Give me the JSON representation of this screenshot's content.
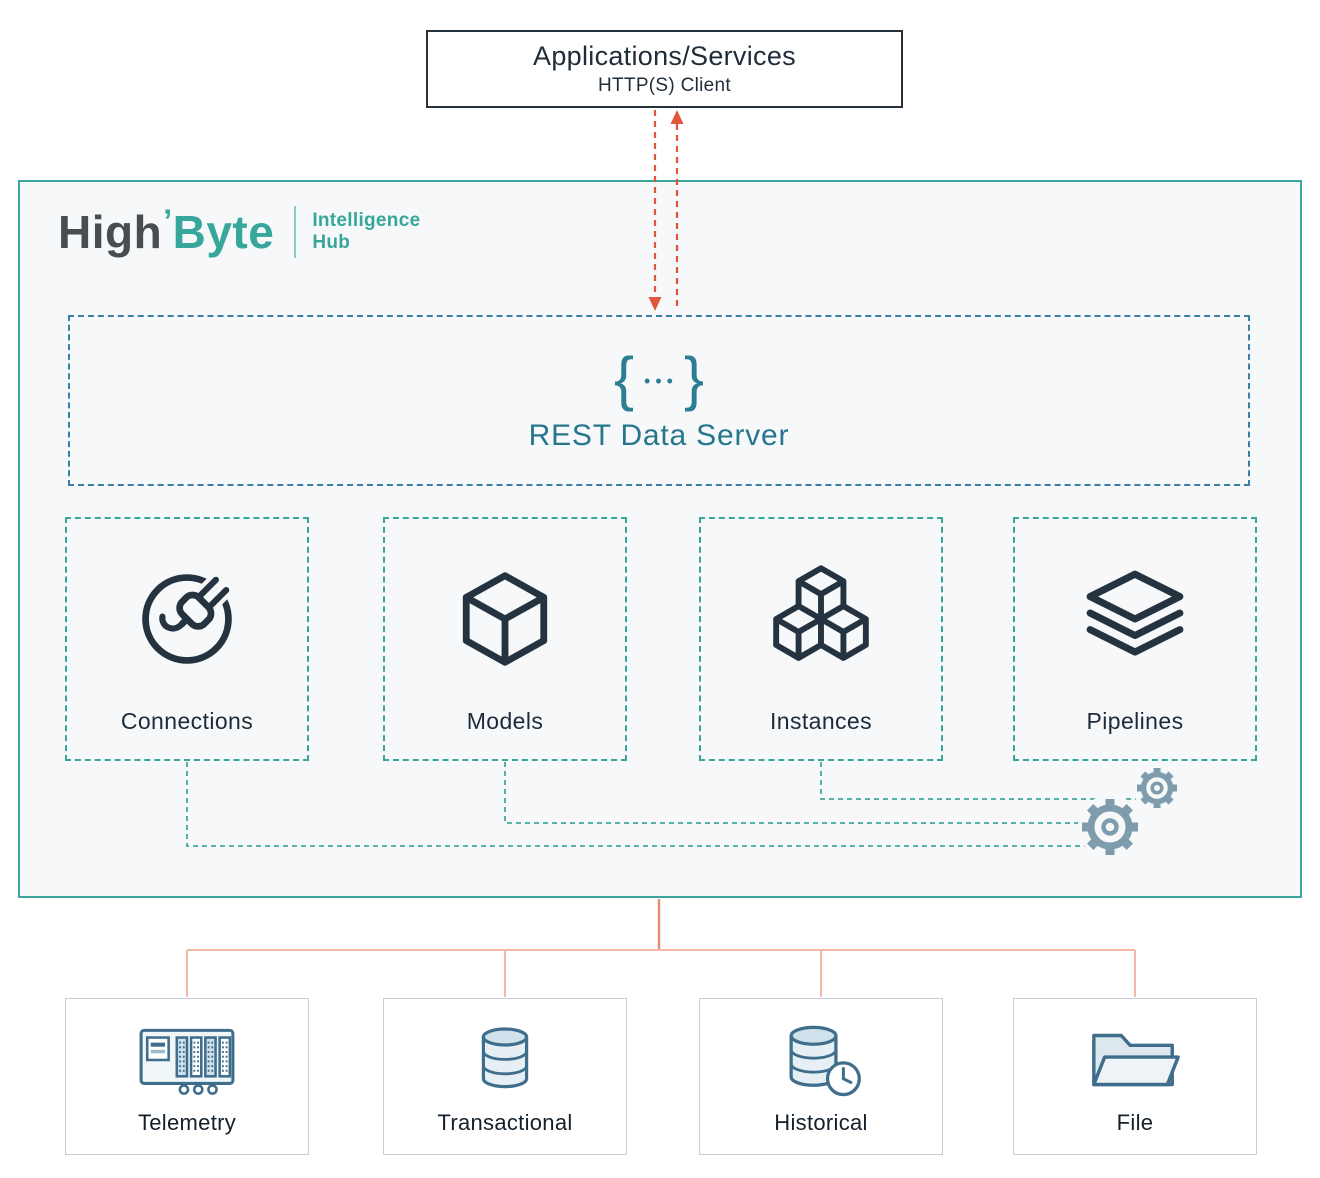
{
  "colors": {
    "teal": "#3aa69b",
    "dark_navy": "#24333f",
    "rest_blue": "#2b7e93",
    "arrow_red": "#e0563c",
    "salmon": "#f3b7a6",
    "steel_blue": "#3f6d8c",
    "gear_gray": "#7e9cad"
  },
  "client_box": {
    "title": "Applications/Services",
    "subtitle": "HTTP(S) Client"
  },
  "logo": {
    "brand_part1": "High",
    "brand_part2": "Byte",
    "accent": "’",
    "product_line1": "Intelligence",
    "product_line2": "Hub"
  },
  "rest_server": {
    "brace_left": "{",
    "dots": "•••",
    "brace_right": "}",
    "label": "REST Data Server"
  },
  "modules": [
    {
      "label": "Connections",
      "icon": "plug-icon"
    },
    {
      "label": "Models",
      "icon": "cube-icon"
    },
    {
      "label": "Instances",
      "icon": "cubes-icon"
    },
    {
      "label": "Pipelines",
      "icon": "layers-icon"
    }
  ],
  "sources": [
    {
      "label": "Telemetry",
      "icon": "plc-rack-icon"
    },
    {
      "label": "Transactional",
      "icon": "database-icon"
    },
    {
      "label": "Historical",
      "icon": "database-clock-icon"
    },
    {
      "label": "File",
      "icon": "folder-icon"
    }
  ]
}
